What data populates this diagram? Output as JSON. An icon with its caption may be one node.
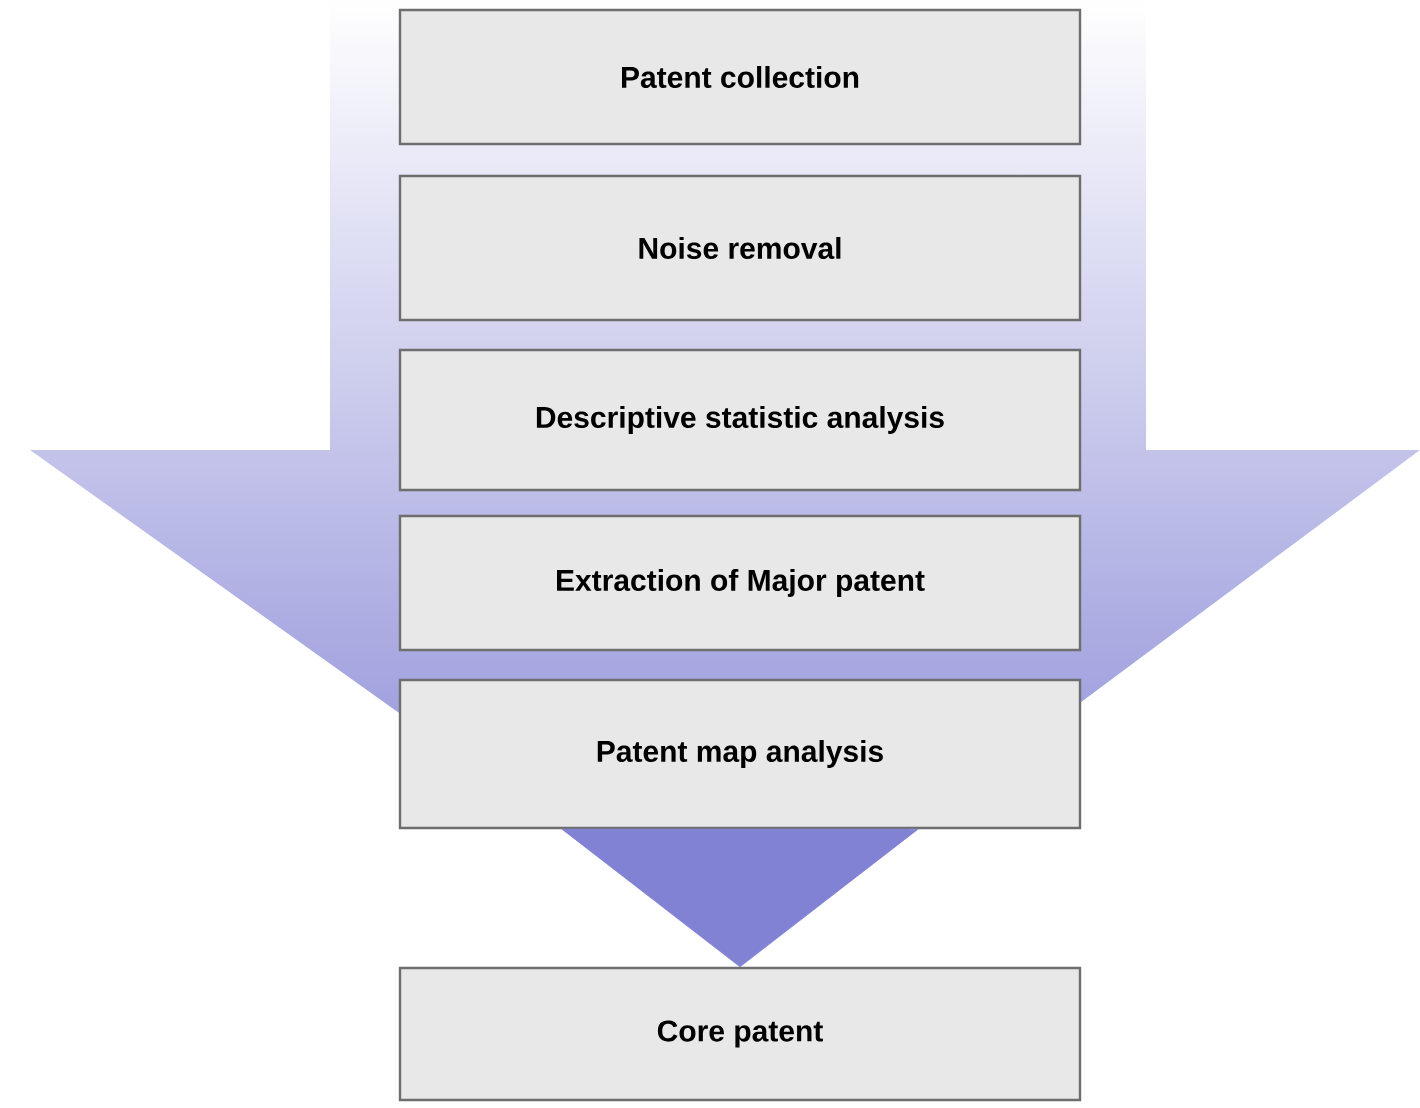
{
  "diagram": {
    "nodes": [
      {
        "text": [
          "Patent collection"
        ]
      },
      {
        "text": [
          "Noise removal"
        ]
      },
      {
        "text": [
          "Descriptive statistic analysis"
        ]
      },
      {
        "text": [
          "Extraction of Major patent"
        ]
      },
      {
        "text": [
          "Patent map analysis"
        ]
      },
      {
        "text": [
          "Core patent"
        ]
      }
    ],
    "edges": [
      {
        "from": 4,
        "to": 5,
        "arrow": "to"
      }
    ]
  }
}
